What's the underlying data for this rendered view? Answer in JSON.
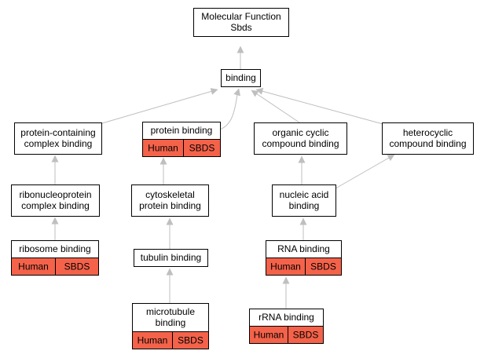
{
  "colors": {
    "background": "#ffffff",
    "node_border": "#000000",
    "edge": "#bfbfbf",
    "tag_fill": "#f4624a"
  },
  "nodes": {
    "molecular_function": {
      "lines": [
        "Molecular Function",
        "Sbds"
      ]
    },
    "binding": {
      "lines": [
        "binding"
      ]
    },
    "protein_containing_complex_binding": {
      "lines": [
        "protein-containing",
        "complex binding"
      ]
    },
    "protein_binding": {
      "lines": [
        "protein binding"
      ],
      "tags": [
        "Human",
        "SBDS"
      ]
    },
    "organic_cyclic_compound_binding": {
      "lines": [
        "organic cyclic",
        "compound binding"
      ]
    },
    "heterocyclic_compound_binding": {
      "lines": [
        "heterocyclic",
        "compound binding"
      ]
    },
    "ribonucleoprotein_complex_binding": {
      "lines": [
        "ribonucleoprotein",
        "complex binding"
      ]
    },
    "cytoskeletal_protein_binding": {
      "lines": [
        "cytoskeletal",
        "protein binding"
      ]
    },
    "nucleic_acid_binding": {
      "lines": [
        "nucleic acid",
        "binding"
      ]
    },
    "ribosome_binding": {
      "lines": [
        "ribosome binding"
      ],
      "tags": [
        "Human",
        "SBDS"
      ]
    },
    "tubulin_binding": {
      "lines": [
        "tubulin binding"
      ]
    },
    "rna_binding": {
      "lines": [
        "RNA binding"
      ],
      "tags": [
        "Human",
        "SBDS"
      ]
    },
    "microtubule_binding": {
      "lines": [
        "microtubule",
        "binding"
      ],
      "tags": [
        "Human",
        "SBDS"
      ]
    },
    "rrna_binding": {
      "lines": [
        "rRNA binding"
      ],
      "tags": [
        "Human",
        "SBDS"
      ]
    }
  }
}
